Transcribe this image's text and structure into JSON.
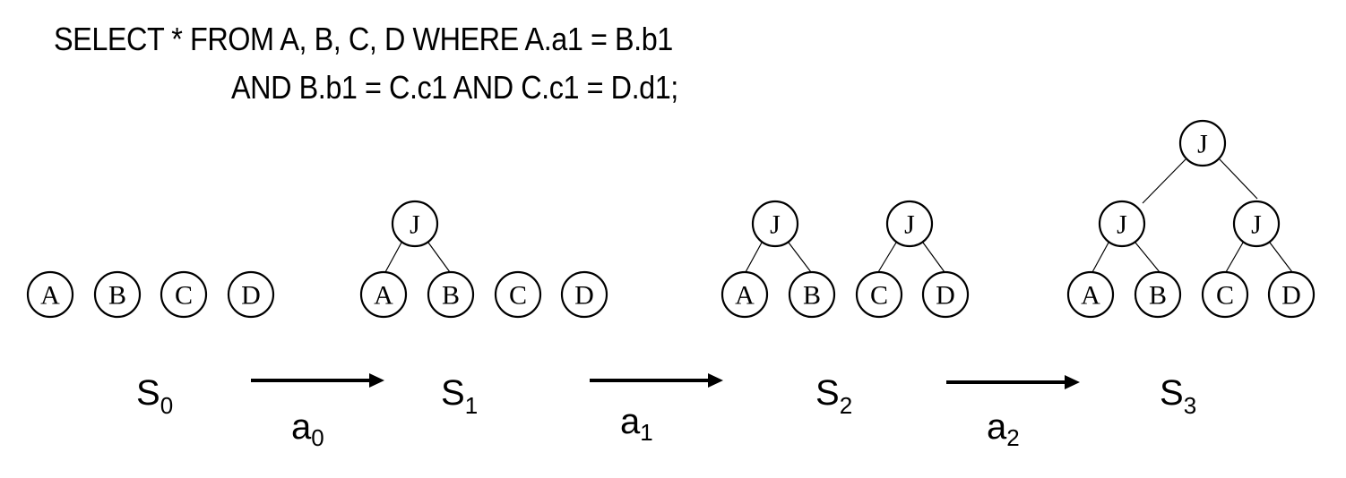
{
  "query": {
    "line1": "SELECT * FROM A, B, C, D WHERE A.a1 = B.b1",
    "line2": "AND B.b1 = C.c1 AND C.c1 = D.d1;"
  },
  "node_labels": {
    "join": "J",
    "tables": [
      "A",
      "B",
      "C",
      "D"
    ]
  },
  "states": [
    {
      "name": "S",
      "sub": "0"
    },
    {
      "name": "S",
      "sub": "1"
    },
    {
      "name": "S",
      "sub": "2"
    },
    {
      "name": "S",
      "sub": "3"
    }
  ],
  "actions": [
    {
      "name": "a",
      "sub": "0"
    },
    {
      "name": "a",
      "sub": "1"
    },
    {
      "name": "a",
      "sub": "2"
    }
  ],
  "colors": {
    "stroke": "#000000",
    "background": "#ffffff"
  }
}
